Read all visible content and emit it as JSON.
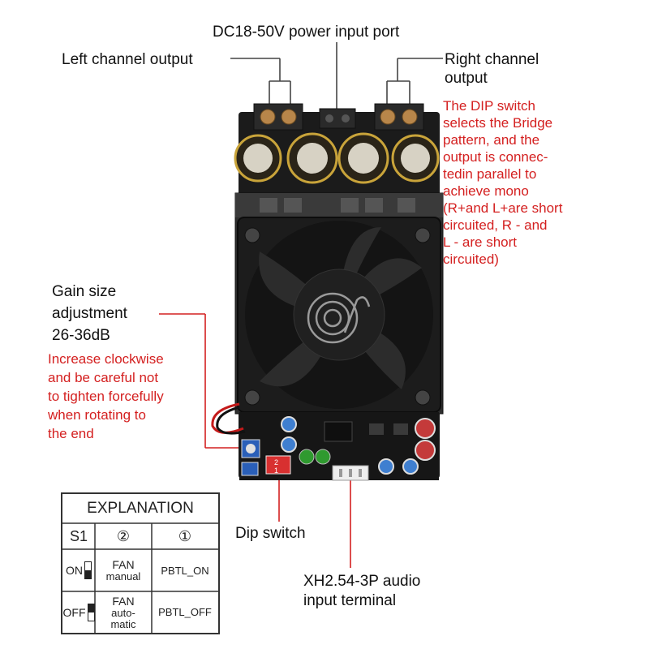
{
  "labels": {
    "power_input": "DC18-50V power input port",
    "left_output": "Left channel output",
    "right_output_line1": "Right channel",
    "right_output_line2": "output",
    "gain_line1": "Gain size",
    "gain_line2": "adjustment",
    "gain_line3": "26-36dB",
    "dip_switch": "Dip switch",
    "audio_input_line1": "XH2.54-3P audio",
    "audio_input_line2": "input terminal"
  },
  "notes": {
    "dip_note": [
      "The DIP switch",
      "selects the Bridge",
      "pattern, and the",
      "output is connec-",
      "tedin parallel to",
      "achieve mono",
      "(R+and L+are short",
      " circuited, R - and",
      "L - are short",
      "circuited)"
    ],
    "gain_note": [
      "Increase clockwise",
      "and be careful not",
      "to tighten forcefully",
      "when rotating to",
      "the end"
    ]
  },
  "explanation_table": {
    "title": "EXPLANATION",
    "headers": [
      "S1",
      "②",
      "①"
    ],
    "rows": [
      {
        "state": "ON",
        "fan_line1": "FAN",
        "fan_line2": "manual",
        "fan_line3": "",
        "pbtl": "PBTL_ON"
      },
      {
        "state": "OFF",
        "fan_line1": "FAN",
        "fan_line2": "auto-",
        "fan_line3": "matic",
        "pbtl": "PBTL_OFF"
      }
    ]
  },
  "board_silkscreen": {
    "dip_pos1": "1",
    "dip_pos2": "2"
  },
  "colors": {
    "annotation_red": "#d42020",
    "leader_line": "#444444",
    "board": "#1a1a1a",
    "heatsink": "#2b2b2b",
    "fan": "#1c1c1c",
    "capacitor_gold": "#c9a43a"
  }
}
